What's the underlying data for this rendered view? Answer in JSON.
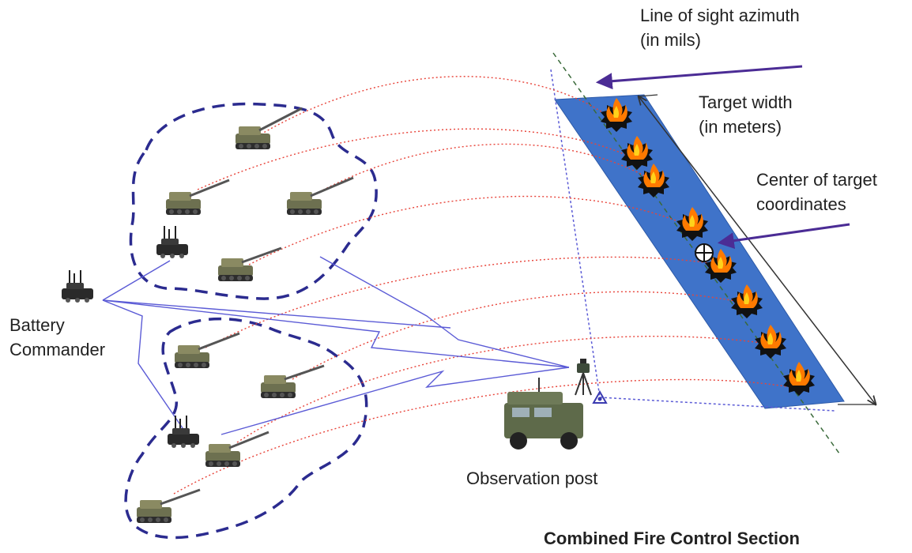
{
  "labels": {
    "line_of_sight": [
      "Line of sight azimuth",
      "(in mils)"
    ],
    "target_width": [
      "Target width",
      "(in meters)"
    ],
    "center_target": [
      "Center of target",
      "coordinates"
    ],
    "battery_commander": [
      "Battery",
      "Commander"
    ],
    "observation_post": "Observation post",
    "section_title": "Combined Fire Control Section"
  },
  "colors": {
    "battery_boundary": "#2b2b8f",
    "trajectory": "#e8443a",
    "target_zone": "#3f73c9",
    "comm_link": "#5b5bd6",
    "arrow": "#4b2c95",
    "flame": "#ff7a00"
  },
  "icons": {
    "howitzer": "self-propelled-howitzer-icon",
    "command_vehicle": "command-vehicle-icon",
    "observation_vehicle": "armored-truck-icon",
    "observer_tripod": "observer-tripod-icon",
    "impact": "burst-flame-icon",
    "target_center": "crosshair-circle-icon"
  }
}
